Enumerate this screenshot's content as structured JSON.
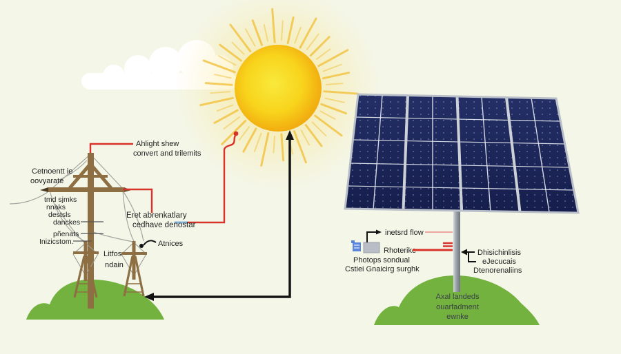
{
  "diagram_type": "solar-energy-illustration",
  "colors": {
    "background": "#f4f6e8",
    "sun_core": "#f8d71c",
    "sun_edge": "#efa70e",
    "sun_ray": "#f2c23e",
    "cloud": "#ffffff",
    "panel_cell_blue": "#1c2757",
    "panel_frame_gray": "#c2c8d2",
    "mount_pole_gray": "#a9aeb6",
    "wood_brown": "#8e6f43",
    "hill_green": "#74b23f",
    "red_accent": "#d8322a",
    "blue_accent": "#85b7dc",
    "text_dark": "#222222"
  },
  "labels": {
    "sunlight_note": {
      "line1": "Ahlight shew",
      "line2": "convert and trilemits"
    },
    "generator_note": {
      "line1": "Cetnoentt ie",
      "line2": "oovyarate"
    },
    "pole_notes": {
      "n1": "tmd sjmks",
      "n2": "nnaks",
      "n3": "destsls",
      "n4": "danckes",
      "n5": "pñenats",
      "n6": "Inizicstom."
    },
    "transfer_note": {
      "line1": "Eret abrenkatlary",
      "line2": "cedhave denostar"
    },
    "atnices": "Atnices",
    "litfos": {
      "line1": "Litfos",
      "line2": "ndain"
    },
    "inetsrd_flow": "inetsrd flow",
    "rhoterike": "Rhoterike",
    "photops": {
      "line1": "Photops sondual",
      "line2": "Cstiei Gnaicirg surghk"
    },
    "dhisi": {
      "line1": "Dhisichinlisis",
      "line2": "eJecucais",
      "line3": "Dtenorenaliins"
    },
    "hill_note": {
      "line1": "Axal landeds",
      "line2": "ouarfadment",
      "line3": "ewnke"
    }
  }
}
